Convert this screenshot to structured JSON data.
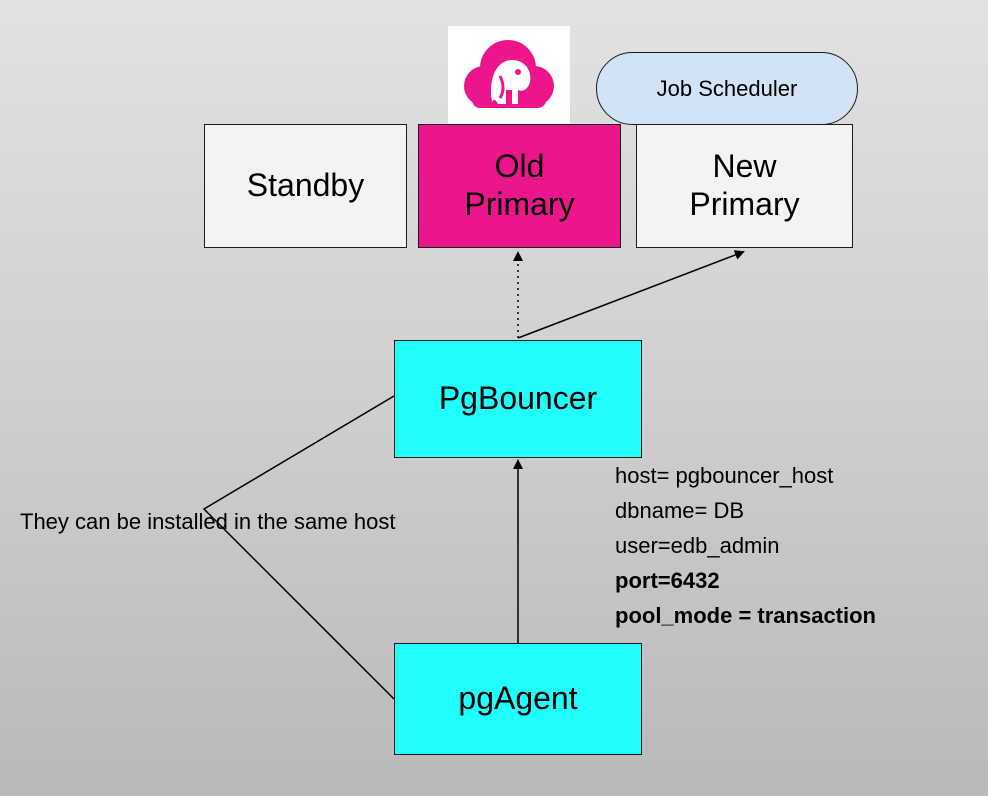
{
  "nodes": {
    "standby": "Standby",
    "old_primary": "Old\nPrimary",
    "new_primary": "New\nPrimary",
    "pgbouncer": "PgBouncer",
    "pgagent": "pgAgent"
  },
  "job_scheduler": "Job Scheduler",
  "side_note": "They can be installed in the same host",
  "connection_info": {
    "host": "host= pgbouncer_host",
    "dbname": "dbname= DB",
    "user": "user=edb_admin",
    "port": "port=6432",
    "pool_mode": "pool_mode = transaction"
  },
  "logo": {
    "icon": "postgres-elephant-cloud-icon",
    "color": "#ec168c"
  },
  "colors": {
    "old_primary_fill": "#ec168c",
    "pooler_agent_fill": "#1ffdfd",
    "scheduler_fill": "#d2e3f5"
  }
}
